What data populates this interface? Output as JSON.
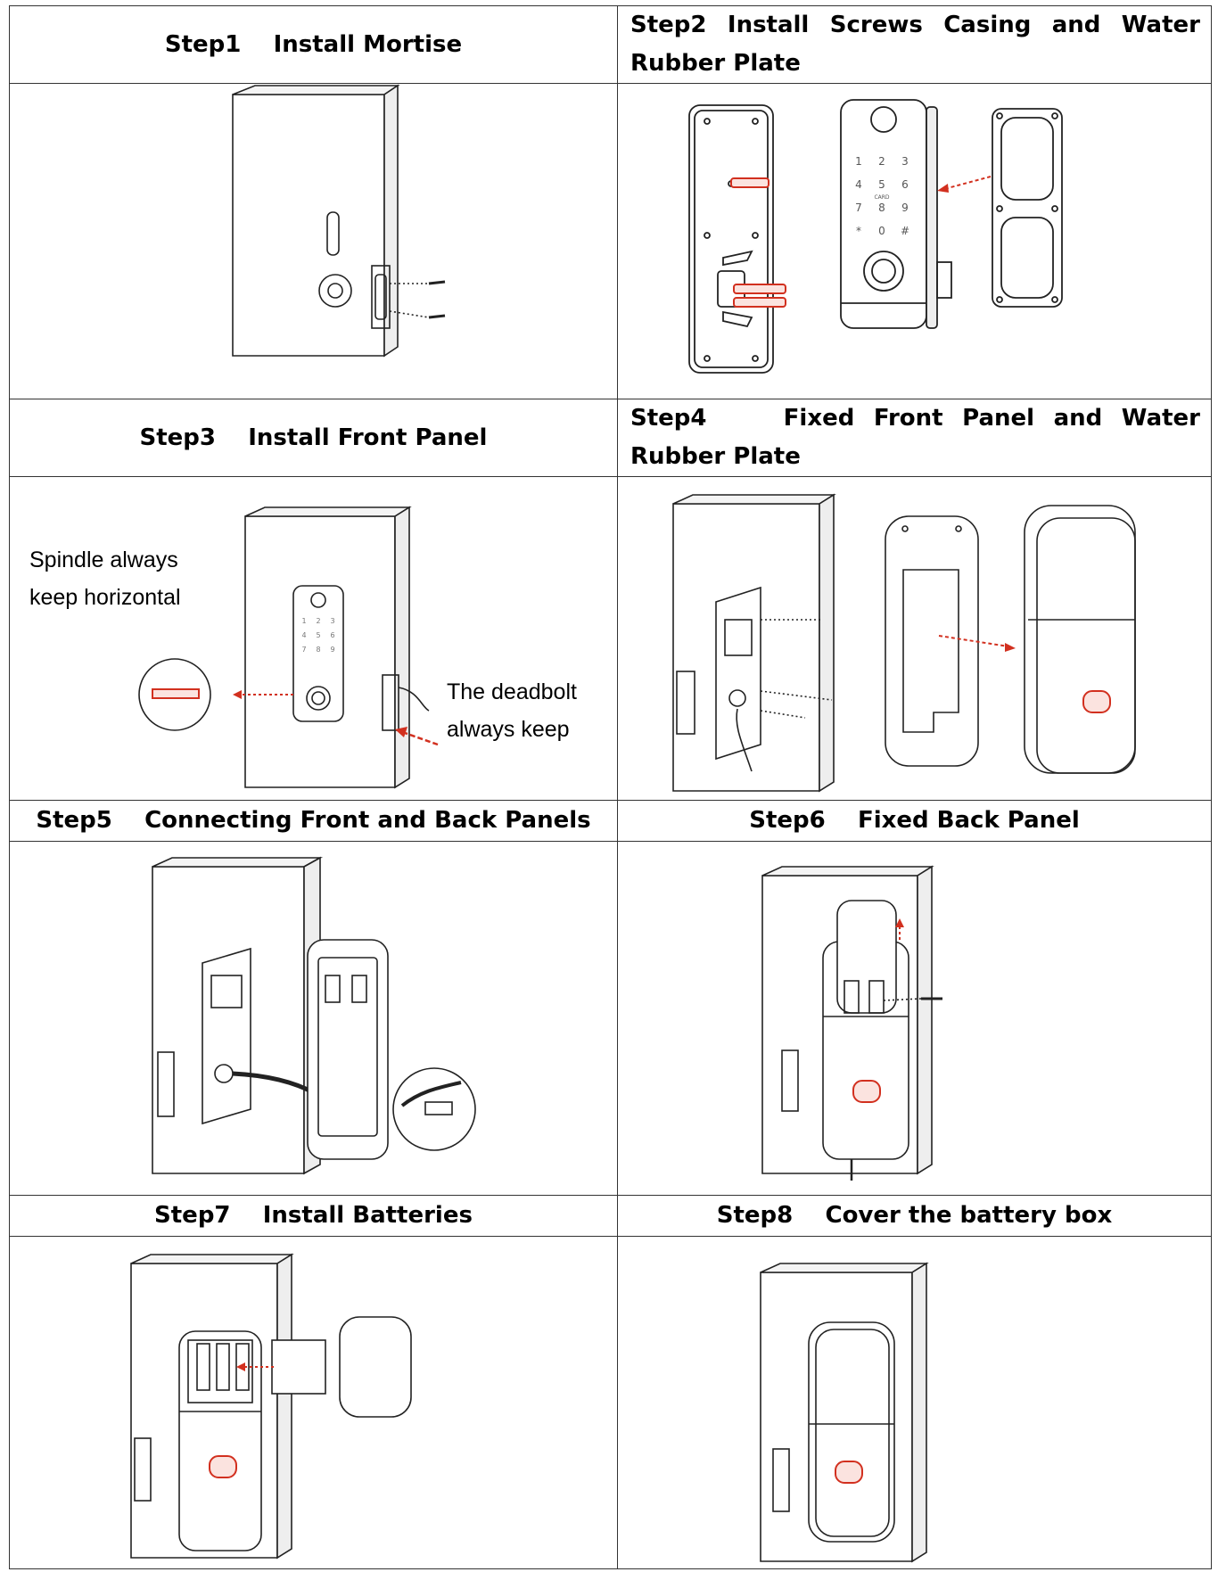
{
  "steps": [
    {
      "label": "Step1",
      "title": "Install Mortise"
    },
    {
      "label": "Step2",
      "title": "Install Screws Casing and Water Rubber Plate"
    },
    {
      "label": "Step3",
      "title": "Install Front Panel"
    },
    {
      "label": "Step4",
      "title": "Fixed Front Panel and Water Rubber Plate"
    },
    {
      "label": "Step5",
      "title": "Connecting Front and Back Panels"
    },
    {
      "label": "Step6",
      "title": "Fixed Back Panel"
    },
    {
      "label": "Step7",
      "title": "Install Batteries"
    },
    {
      "label": "Step8",
      "title": "Cover the battery box"
    }
  ],
  "notes": {
    "spindle_line1": "Spindle always",
    "spindle_line2": "keep horizontal",
    "deadbolt_line1": "The deadbolt",
    "deadbolt_line2": "always keep"
  },
  "keypad": [
    "1",
    "2",
    "3",
    "4",
    "5",
    "6",
    "7",
    "8",
    "9",
    "*",
    "0",
    "#"
  ],
  "keypad_card_label": "CARD",
  "colors": {
    "accent": "#d2301f",
    "line": "#222222",
    "grid": "#333333"
  }
}
